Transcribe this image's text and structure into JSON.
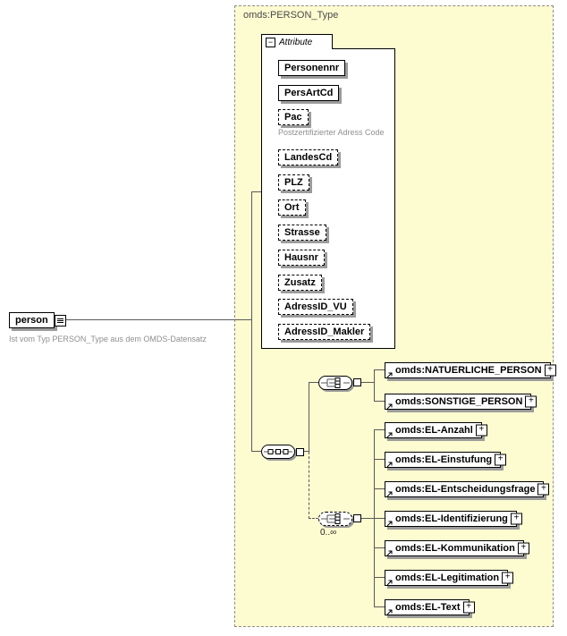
{
  "icons": {
    "plus": "+",
    "minus": "−"
  },
  "colors": {
    "frame_fill": "#FDFBD0"
  },
  "diagram": {
    "type_label": "omds:PERSON_Type",
    "person": {
      "label": "person",
      "caption": "Ist vom Typ PERSON_Type aus dem OMDS-Datensatz"
    },
    "attributes": {
      "tab_label": "Attribute",
      "items": [
        {
          "label": "Personennr",
          "required": true
        },
        {
          "label": "PersArtCd",
          "required": true
        },
        {
          "label": "Pac",
          "required": false,
          "caption": "Postzertifizierter Adress Code"
        },
        {
          "label": "LandesCd",
          "required": false
        },
        {
          "label": "PLZ",
          "required": false
        },
        {
          "label": "Ort",
          "required": false
        },
        {
          "label": "Strasse",
          "required": false
        },
        {
          "label": "Hausnr",
          "required": false
        },
        {
          "label": "Zusatz",
          "required": false
        },
        {
          "label": "AdressID_VU",
          "required": false
        },
        {
          "label": "AdressID_Makler",
          "required": false
        }
      ]
    },
    "choice_persons": {
      "items": [
        {
          "label": "omds:NATUERLICHE_PERSON"
        },
        {
          "label": "omds:SONSTIGE_PERSON"
        }
      ]
    },
    "choice_elements": {
      "occurrence": "0..∞",
      "items": [
        {
          "label": "omds:EL-Anzahl"
        },
        {
          "label": "omds:EL-Einstufung"
        },
        {
          "label": "omds:EL-Entscheidungsfrage"
        },
        {
          "label": "omds:EL-Identifizierung"
        },
        {
          "label": "omds:EL-Kommunikation"
        },
        {
          "label": "omds:EL-Legitimation"
        },
        {
          "label": "omds:EL-Text"
        }
      ]
    }
  }
}
